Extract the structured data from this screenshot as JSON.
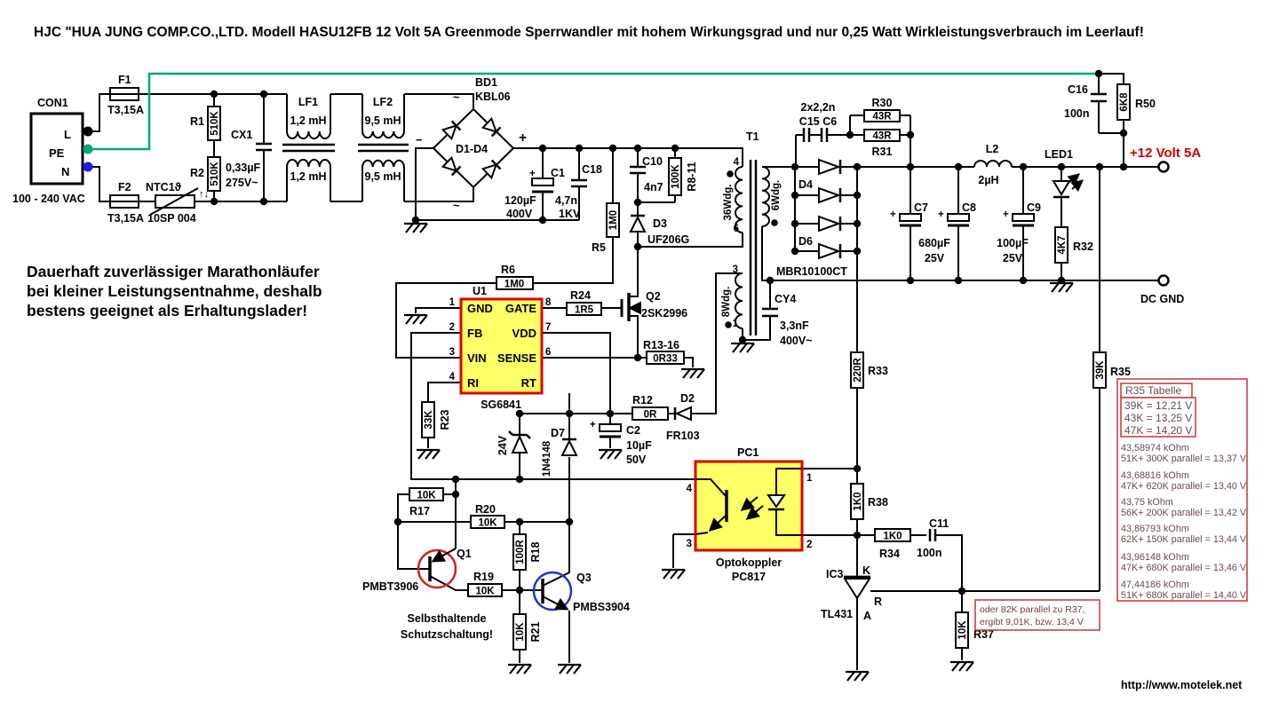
{
  "title": "HJC \"HUA JUNG COMP.CO.,LTD.   Modell HASU12FB   12 Volt 5A Greenmode Sperrwandler mit hohem Wirkungsgrad und nur 0,25 Watt Wirkleistungsverbrauch im Leerlauf!",
  "colors": {
    "wire": "#000000",
    "pe_wire": "#00a87c",
    "neutral_dot": "#1c1ce0",
    "accent_red": "#cc0000",
    "ic_fill": "#ffff66",
    "ic_border": "#dd0000",
    "table_border": "#cc3333",
    "q1_circle": "#cc2222",
    "q3_circle": "#2233cc"
  },
  "sym": {
    "plus": "+",
    "minus": "−",
    "tilde": "~",
    "updown": "↑↓"
  },
  "input": {
    "con1": "CON1",
    "pin_l": "L",
    "pin_pe": "PE",
    "pin_n": "N",
    "vac": "100 - 240 VAC",
    "f1": "F1",
    "f1_value": "T3,15A",
    "f2": "F2",
    "f2_value": "T3,15A",
    "ntc": "NTC1ϑ",
    "ntc_value": "10SP 004",
    "r1": "R1",
    "r1_value": "510K",
    "r2": "R2",
    "r2_value": "510K",
    "cx1": "CX1",
    "cx1_value": "0,33µF",
    "cx1_value2": "275V~",
    "lf1": "LF1",
    "lf1_value": "1,2 mH",
    "lf2": "LF2",
    "lf2_value": "9,5 mH"
  },
  "bridge": {
    "name": "BD1",
    "part": "KBL06",
    "diodes": "D1-D4"
  },
  "primary": {
    "c1": "C1",
    "c1_value": "120µF",
    "c1_value2": "400V",
    "c18": "C18",
    "c18_value": "4,7n",
    "c18_value2": "1KV",
    "c10": "C10",
    "c10_value": "4n7",
    "r8": "R8-11",
    "r8_value": "100K",
    "d3": "D3",
    "d3_value": "UF206G",
    "r5": "R5",
    "r5_value": "1M0",
    "r6": "R6",
    "r6_value": "1M0"
  },
  "transformer": {
    "name": "T1",
    "pin4": "4",
    "pin6": "6",
    "pin3": "3",
    "pin1": "1",
    "primary": "36Wdg.",
    "secondary": "6Wdg.",
    "aux": "8Wdg.",
    "cy4": "CY4",
    "cy4_value": "3,3nF",
    "cy4_value2": "400V~"
  },
  "controller": {
    "u1": "U1",
    "part": "SG6841",
    "gnd": "GND",
    "gate": "GATE",
    "fb": "FB",
    "vdd": "VDD",
    "vin": "VIN",
    "sense": "SENSE",
    "ri": "RI",
    "rt": "RT",
    "p1": "1",
    "p2": "2",
    "p3": "3",
    "p4": "4",
    "p6": "6",
    "p7": "7",
    "p8": "8",
    "r24": "R24",
    "r24_value": "1R5",
    "r23": "R23",
    "r23_value": "33K",
    "zener": "24V",
    "d7": "D7",
    "d7_value": "1N4148",
    "c2": "C2",
    "c2_value": "10µF",
    "c2_value2": "50V",
    "r12": "R12",
    "r12_value": "0R",
    "d2": "D2",
    "d2_value": "FR103",
    "q2": "Q2",
    "q2_part": "2SK2996",
    "r13": "R13-16",
    "r13_value": "0R33"
  },
  "snubber": {
    "value": "2x2,2n",
    "names": "C15 C6",
    "r30": "R30",
    "r30_value": "43R",
    "r31": "R31",
    "r31_value": "43R"
  },
  "secondary": {
    "d4": "D4",
    "d6": "D6",
    "rectifier": "MBR10100CT",
    "c7": "C7",
    "c8": "C8",
    "c78_value": "680µF",
    "c78_value2": "25V",
    "c9": "C9",
    "c9_value": "100µF",
    "c9_value2": "25V",
    "l2": "L2",
    "l2_value": "2µH",
    "led1": "LED1",
    "r32": "R32",
    "r32_value": "4K7",
    "c16": "C16",
    "c16_value": "100n",
    "r50": "R50",
    "r50_value": "6K8",
    "out_pos": "+12 Volt 5A",
    "out_gnd": "DC GND"
  },
  "feedback": {
    "pc1": "PC1",
    "opto1": "Optokoppler",
    "opto2": "PC817",
    "p1": "1",
    "p2": "2",
    "p3": "3",
    "p4": "4",
    "r33": "R33",
    "r33_value": "220R",
    "r38": "R38",
    "r38_value": "1K0",
    "r34": "R34",
    "r34_value": "1K0",
    "c11": "C11",
    "c11_value": "100n",
    "ic3": "IC3",
    "part": "TL431",
    "k": "K",
    "a": "A",
    "r": "R",
    "r37": "R37",
    "r37_value": "10K",
    "r35": "R35",
    "r35_value": "39K"
  },
  "protection": {
    "q1": "Q1",
    "q1_part": "PMBT3906",
    "q3": "Q3",
    "q3_part": "PMBS3904",
    "r17": "R17",
    "r17_value": "10K",
    "r20": "R20",
    "r20_value": "10K",
    "r19": "R19",
    "r19_value": "10K",
    "r18": "R18",
    "r18_value": "100R",
    "r21": "R21",
    "r21_value": "10K",
    "caption1": "Selbsthaltende",
    "caption2": "Schutzschaltung!"
  },
  "notes": {
    "m1": "Dauerhaft zuverlässiger Marathonläufer",
    "m2": "bei kleiner Leistungsentnahme, deshalb",
    "m3": "bestens geeignet als Erhaltungslader!",
    "r37_1": "oder 82K parallel zu R37,",
    "r37_2": "ergibt 9,01K, bzw. 13,4 V"
  },
  "r35_table": {
    "header": "R35 Tabelle",
    "quick": [
      "39K = 12,21 V",
      "43K = 13,25 V",
      "47K = 14,20 V"
    ],
    "combos": [
      {
        "ohm": "43,58974 kOhm",
        "formula": "51K+ 300K parallel = 13,37 V"
      },
      {
        "ohm": "43,68816 kOhm",
        "formula": "47K+ 620K parallel = 13,40 V"
      },
      {
        "ohm": "43,75 kOhm",
        "formula": "56K+ 200K parallel = 13,42 V"
      },
      {
        "ohm": "43,86793 kOhm",
        "formula": "62K+ 150K parallel = 13,44 V"
      },
      {
        "ohm": "43,96148 kOhm",
        "formula": "47K+ 680K parallel = 13,46 V"
      },
      {
        "ohm": "47,44186 kOhm",
        "formula": "51K+ 680K parallel = 14,40 V"
      }
    ]
  },
  "footer": {
    "url": "http://www.motelek.net"
  }
}
